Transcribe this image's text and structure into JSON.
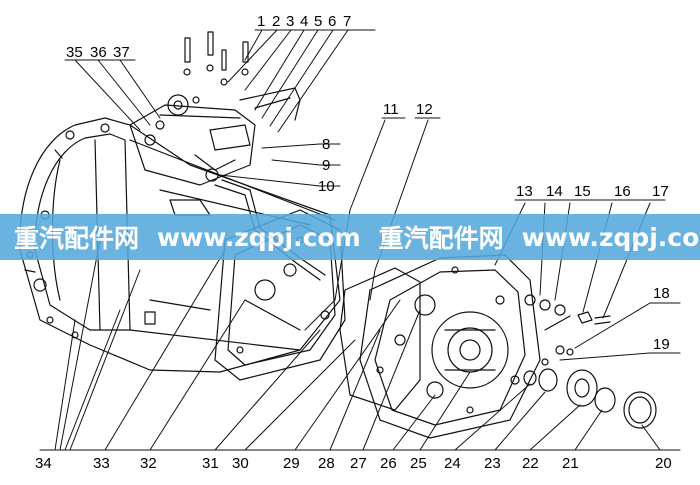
{
  "callouts": [
    "1",
    "2",
    "3",
    "4",
    "5",
    "6",
    "7",
    "8",
    "9",
    "10",
    "11",
    "12",
    "13",
    "14",
    "15",
    "16",
    "17",
    "18",
    "19",
    "20",
    "21",
    "22",
    "23",
    "24",
    "25",
    "26",
    "27",
    "28",
    "29",
    "30",
    "31",
    "32",
    "33",
    "34",
    "35",
    "36",
    "37"
  ],
  "watermark": {
    "segments": [
      "重汽配件网",
      "www.zqpj.com",
      "重汽配件网",
      "www.zqpj.com"
    ]
  }
}
